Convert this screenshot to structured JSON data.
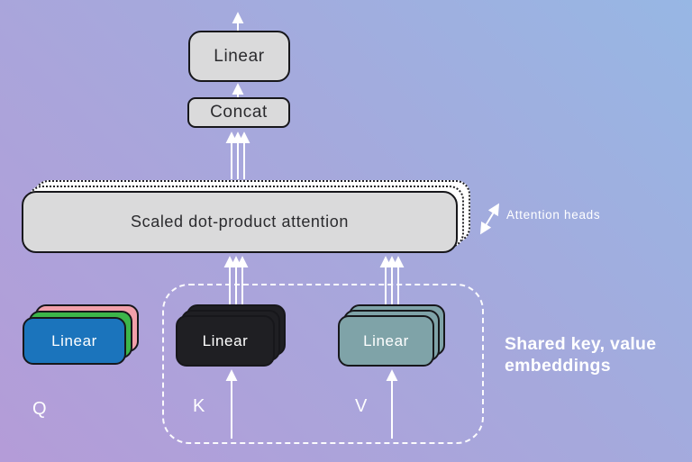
{
  "colors": {
    "bg_top_right": "#97b7e4",
    "bg_bottom_left": "#b49cd8",
    "box_fill": "#dadadb",
    "box_border": "#17171b",
    "q_front": "#1b74bc",
    "q_middle": "#3cb54a",
    "q_back": "#f2a0aa",
    "k_fill": "#1f1f23",
    "v_fill": "#7fa3a8",
    "arrow": "#ffffff",
    "text_dark": "#2b2b2e",
    "text_light": "#ffffff"
  },
  "labels": {
    "linear_top": "Linear",
    "concat": "Concat",
    "attention": "Scaled dot-product attention",
    "attention_heads": "Attention heads",
    "linear_q": "Linear",
    "linear_k": "Linear",
    "linear_v": "Linear",
    "q": "Q",
    "k": "K",
    "v": "V",
    "shared_note": "Shared key, value embeddings"
  }
}
